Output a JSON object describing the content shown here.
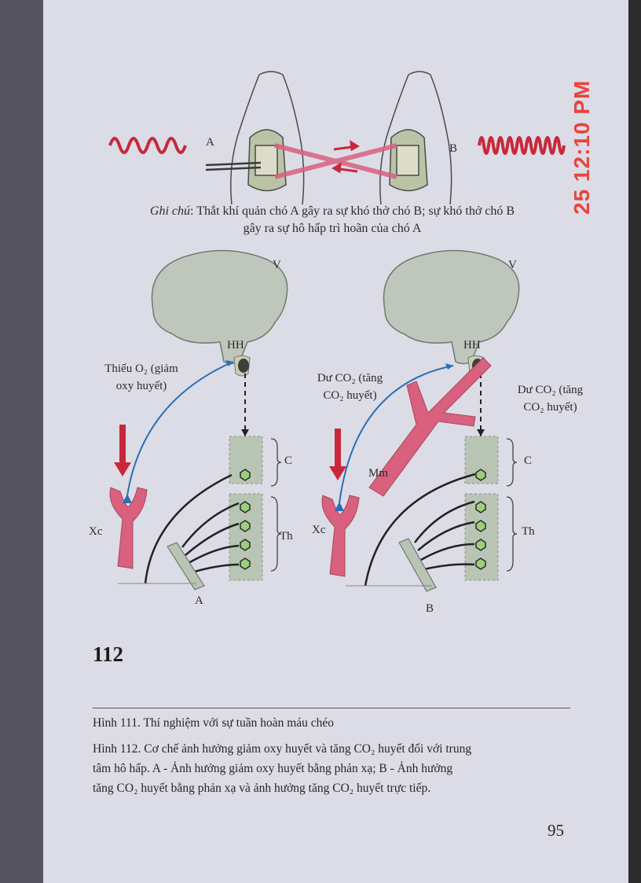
{
  "figure_111": {
    "label_a": "A",
    "label_b": "B",
    "note_label": "Ghi chú",
    "note_text_1": ": Thắt khí quản chó A gây ra sự khó thở chó B; sự khó thở chó B",
    "note_text_2": "gây ra sự hô hấp trì hoãn của chó A"
  },
  "figure_112": {
    "left": {
      "label_v": "V",
      "label_hh": "HH",
      "label_thieu_1": "Thiếu O₂ (giảm",
      "label_thieu_2": "oxy huyết)",
      "label_c": "C",
      "label_th": "Th",
      "label_xc": "Xc",
      "label_panel": "A"
    },
    "right": {
      "label_v": "V",
      "label_hh": "HH",
      "label_du_left_1": "Dư CO₂ (tăng",
      "label_du_left_2": "CO₂ huyết)",
      "label_du_right_1": "Dư CO₂ (tăng",
      "label_du_right_2": "CO₂ huyết)",
      "label_mm": "Mm",
      "label_c": "C",
      "label_th": "Th",
      "label_xc": "Xc",
      "label_panel": "B"
    },
    "number": "112"
  },
  "captions": {
    "fig111": "Hình 111. Thí nghiệm với sự tuần hoàn máu chéo",
    "fig112_line1": "Hình 112. Cơ chế ảnh hưởng giảm oxy huyết và tăng CO₂ huyết đối với trung",
    "fig112_line2": "tâm hô hấp. A - Ảnh hưởng giảm oxy huyết bằng phản xạ; B - Ảnh hưởng",
    "fig112_line3": "tăng CO₂ huyết bằng phản xạ và ảnh hưởng tăng CO₂ huyết trực tiếp."
  },
  "page_number": "95",
  "timestamp": "25 12:10 PM",
  "colors": {
    "paper": "#dcdce6",
    "wave_red": "#c8283a",
    "vessel_pink": "#d9607e",
    "nerve_blue": "#2a6fb5",
    "text": "#2a2a2a",
    "stamp": "#e8443c"
  }
}
